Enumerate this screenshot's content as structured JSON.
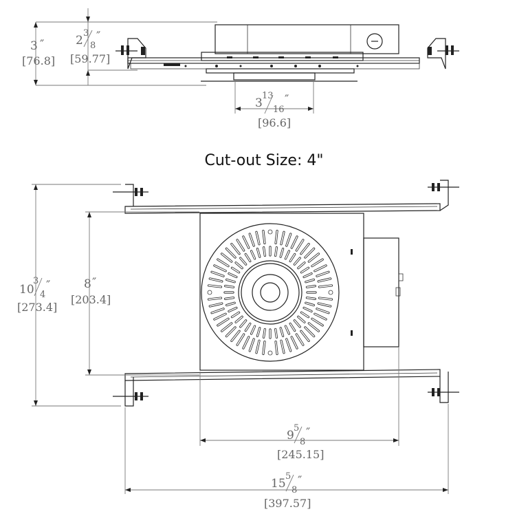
{
  "title": "Cut-out Size: 4\"",
  "side_view": {
    "overall_height": {
      "whole": "3",
      "mark": "″",
      "mm": "[76.8]"
    },
    "body_height": {
      "whole": "2",
      "num": "3",
      "den": "8",
      "mark": "″",
      "mm": "[59.77]"
    },
    "aperture_width": {
      "whole": "3",
      "num": "13",
      "den": "16",
      "mark": "″",
      "mm": "[96.6]"
    }
  },
  "plan_view": {
    "overall_length": {
      "whole": "10",
      "num": "3",
      "den": "4",
      "mark": "″",
      "mm": "[273.4]"
    },
    "inner_length": {
      "whole": "8",
      "mark": "″",
      "mm": "[203.4]"
    },
    "housing_width": {
      "whole": "9",
      "num": "5",
      "den": "8",
      "mark": "″",
      "mm": "[245.15]"
    },
    "overall_width": {
      "whole": "15",
      "num": "5",
      "den": "8",
      "mark": "″",
      "mm": "[397.57]"
    }
  }
}
